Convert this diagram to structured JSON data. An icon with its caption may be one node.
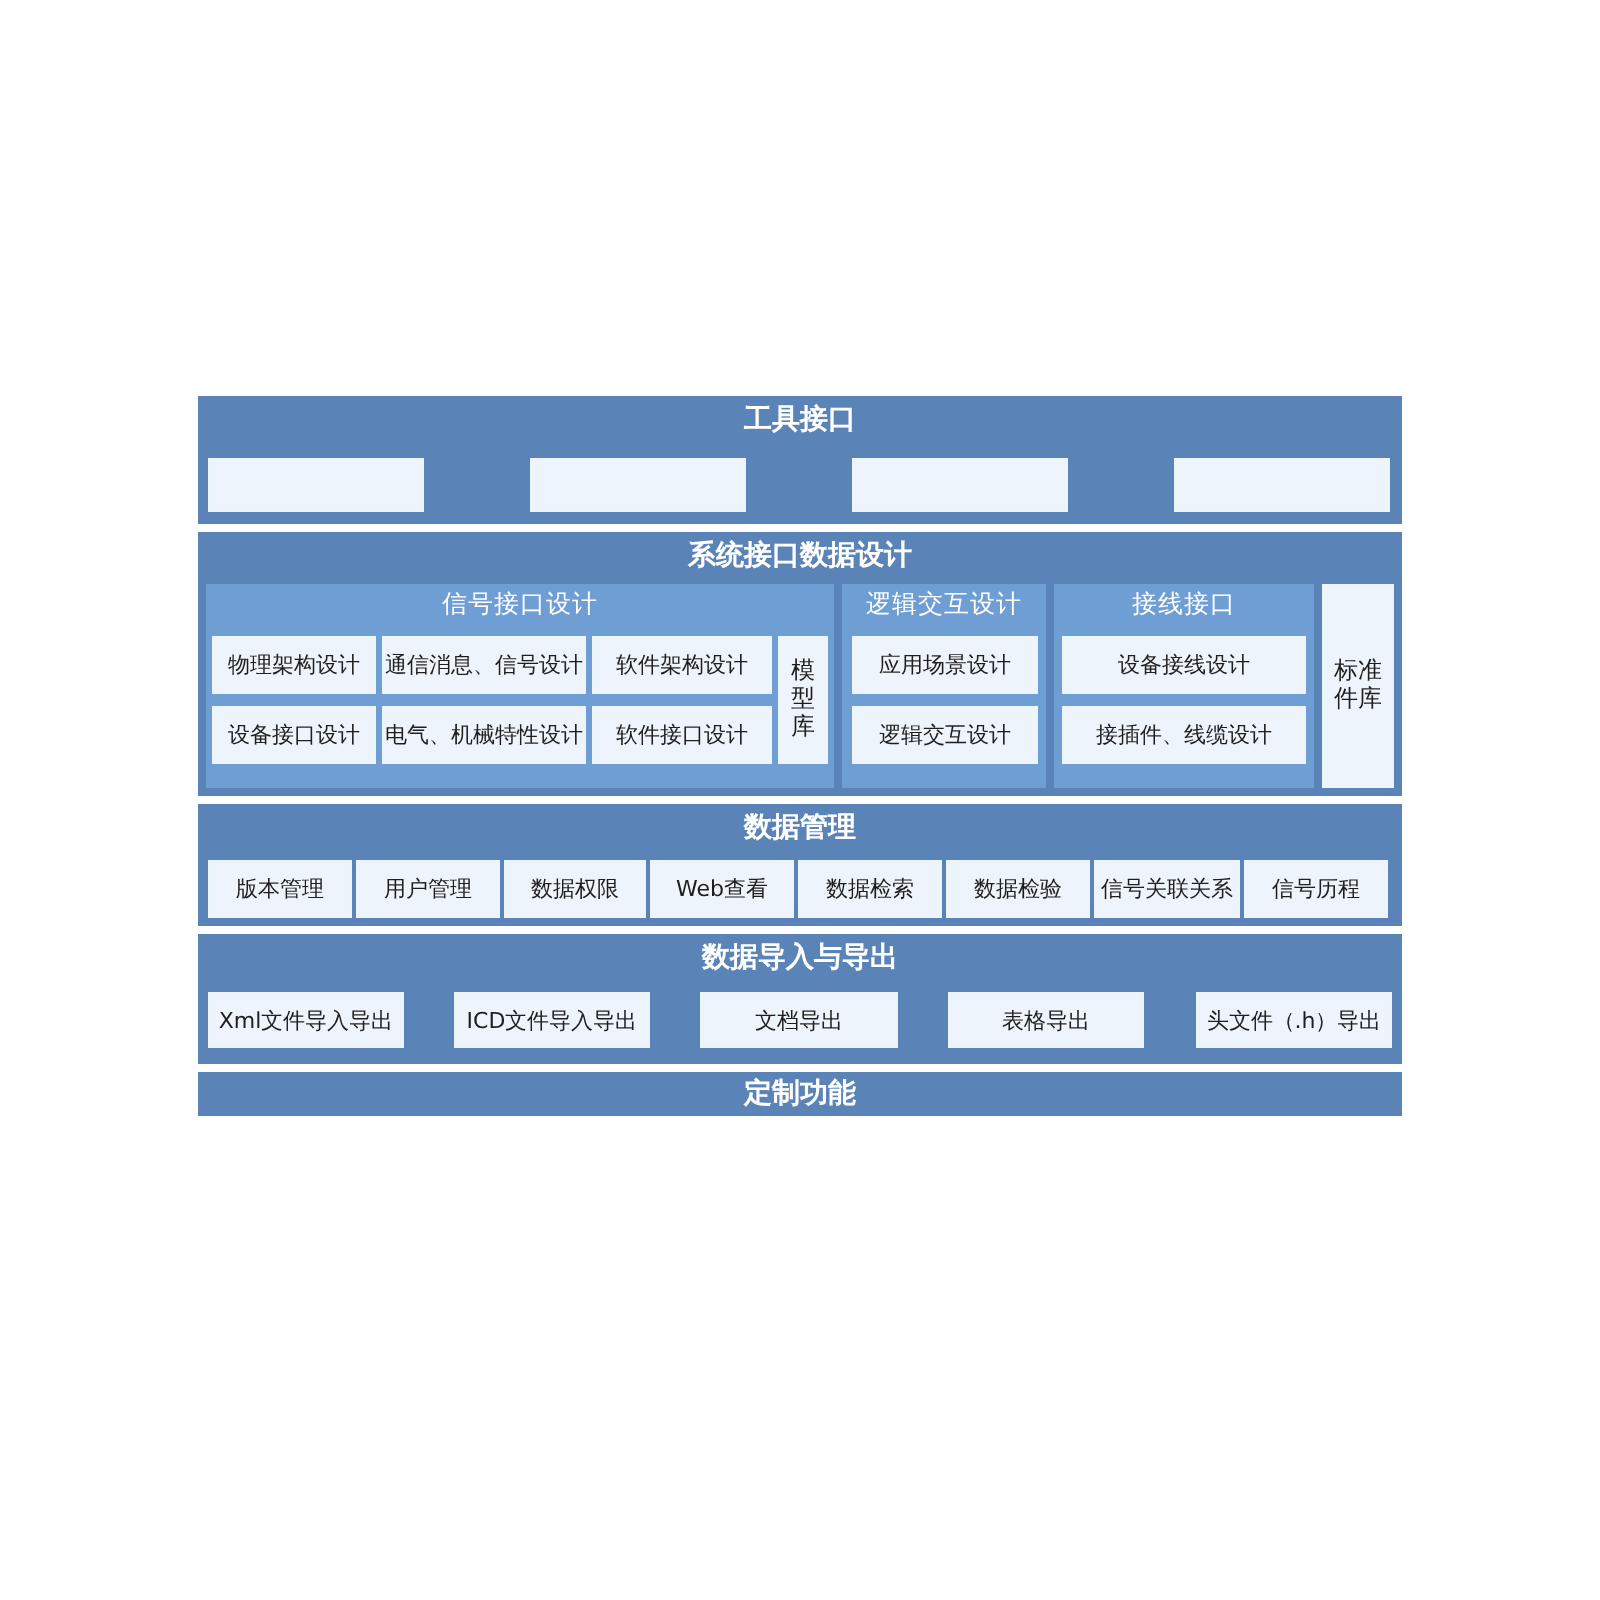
{
  "diagram": {
    "nodes": [
      {
        "text": [
          "工具接口"
        ]
      },
      {
        "text": [],
        "shape": "box",
        "in": 0
      },
      {
        "text": [],
        "shape": "box",
        "in": 0
      },
      {
        "text": [],
        "shape": "box",
        "in": 0
      },
      {
        "text": [],
        "shape": "box",
        "in": 0
      },
      {
        "text": [
          "系统接口数据设计"
        ]
      },
      {
        "text": [
          "信号接口设计"
        ],
        "in": 5
      },
      {
        "text": [
          "物理架构设计"
        ],
        "in": 6
      },
      {
        "text": [
          "通信消息、信号设计"
        ],
        "in": 6
      },
      {
        "text": [
          "软件架构设计"
        ],
        "in": 6
      },
      {
        "text": [
          "模型库"
        ],
        "in": 6
      },
      {
        "text": [
          "设备接口设计"
        ],
        "in": 6
      },
      {
        "text": [
          "电气、机械特性设计"
        ],
        "in": 6
      },
      {
        "text": [
          "软件接口设计"
        ],
        "in": 6
      },
      {
        "text": [
          "逻辑交互设计"
        ],
        "in": 5
      },
      {
        "text": [
          "应用场景设计"
        ],
        "in": 14
      },
      {
        "text": [
          "逻辑交互设计"
        ],
        "in": 14
      },
      {
        "text": [
          "接线接口"
        ],
        "in": 5
      },
      {
        "text": [
          "设备接线设计"
        ],
        "in": 17
      },
      {
        "text": [
          "接插件、线缆设计"
        ],
        "in": 17
      },
      {
        "text": [
          "标准件库"
        ],
        "in": 5
      },
      {
        "text": [
          "数据管理"
        ]
      },
      {
        "text": [
          "版本管理"
        ],
        "in": 21
      },
      {
        "text": [
          "用户管理"
        ],
        "in": 21
      },
      {
        "text": [
          "数据权限"
        ],
        "in": 21
      },
      {
        "text": [
          "Web查看"
        ],
        "in": 21
      },
      {
        "text": [
          "数据检索"
        ],
        "in": 21
      },
      {
        "text": [
          "数据检验"
        ],
        "in": 21
      },
      {
        "text": [
          "信号关联关系"
        ],
        "in": 21
      },
      {
        "text": [
          "信号历程"
        ],
        "in": 21
      },
      {
        "text": [
          "数据导入与导出"
        ]
      },
      {
        "text": [
          "Xml文件导入导出"
        ],
        "in": 30
      },
      {
        "text": [
          "ICD文件导入导出"
        ],
        "in": 30
      },
      {
        "text": [
          "文档导出"
        ],
        "in": 30
      },
      {
        "text": [
          "表格导出"
        ],
        "in": 30
      },
      {
        "text": [
          "头文件（.h）导出"
        ],
        "in": 30
      },
      {
        "text": [
          "定制功能"
        ]
      }
    ]
  }
}
